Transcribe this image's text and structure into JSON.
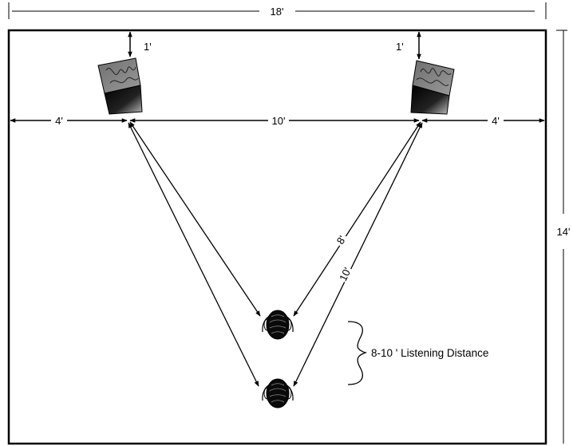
{
  "dimensions": {
    "room_width": "18'",
    "room_depth": "14'",
    "left_speaker_wall_gap": "1'",
    "right_speaker_wall_gap": "1'",
    "left_side_gap": "4'",
    "speaker_spacing": "10'",
    "right_side_gap": "4'",
    "near_listener_distance": "8'",
    "far_listener_distance": "10'"
  },
  "annotation": {
    "listening_distance": "8-10 ' Listening Distance"
  },
  "colors": {
    "line": "#000000",
    "speaker_top": "#7a7a7a",
    "speaker_front_dark": "#111111",
    "background": "#ffffff"
  },
  "icons": {
    "speaker": "speaker-icon",
    "listener": "listener-head-icon"
  }
}
